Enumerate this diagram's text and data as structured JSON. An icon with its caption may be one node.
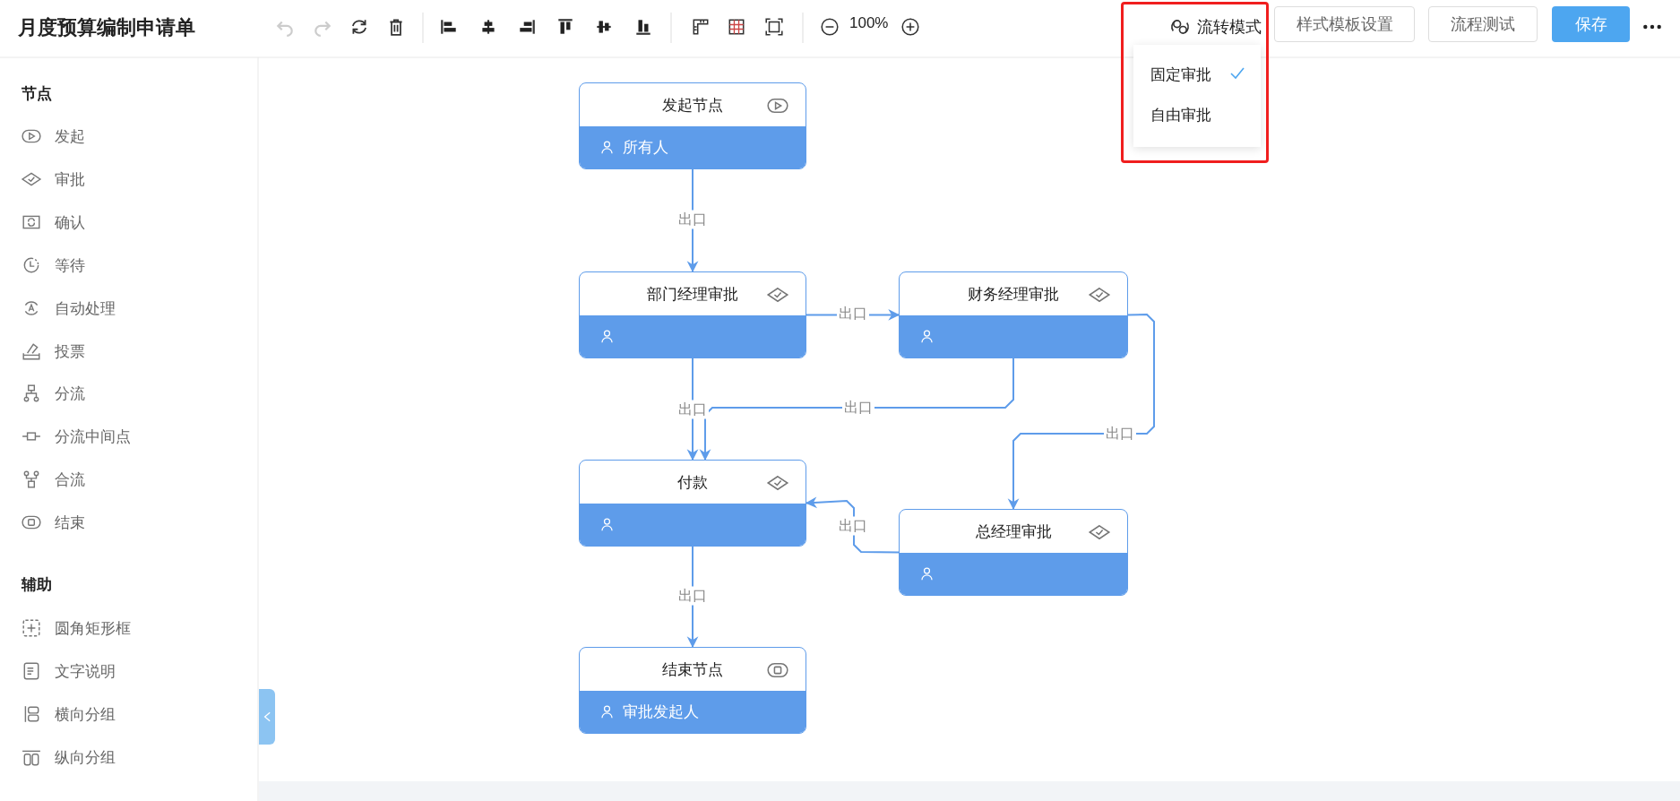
{
  "diagram": {
    "title": "月度预算编制申请单",
    "nodes": [
      {
        "text": [
          "发起节点",
          "所有人"
        ]
      },
      {
        "text": [
          "部门经理审批"
        ]
      },
      {
        "text": [
          "财务经理审批"
        ]
      },
      {
        "text": [
          "付款"
        ]
      },
      {
        "text": [
          "总经理审批"
        ]
      },
      {
        "text": [
          "结束节点",
          "审批发起人"
        ]
      }
    ],
    "edges": [
      {
        "from": 0,
        "to": 1,
        "arrow": "to",
        "label": "出口"
      },
      {
        "from": 1,
        "to": 2,
        "arrow": "to",
        "label": "出口"
      },
      {
        "from": 1,
        "to": 3,
        "arrow": "to",
        "label": "出口"
      },
      {
        "from": 2,
        "to": 3,
        "arrow": "to",
        "label": "出口"
      },
      {
        "from": 2,
        "to": 4,
        "arrow": "to",
        "label": "出口"
      },
      {
        "from": 4,
        "to": 3,
        "arrow": "to",
        "label": "出口"
      },
      {
        "from": 3,
        "to": 5,
        "arrow": "to",
        "label": "出口"
      }
    ],
    "labels": [
      "100%",
      "流转模式",
      "样式模板设置",
      "流程测试",
      "保存",
      "固定审批",
      "自由审批",
      "节点",
      "发起",
      "审批",
      "确认",
      "等待",
      "自动处理",
      "投票",
      "分流",
      "分流中间点",
      "合流",
      "结束",
      "辅助",
      "圆角矩形框",
      "文字说明",
      "横向分组",
      "纵向分组"
    ]
  }
}
